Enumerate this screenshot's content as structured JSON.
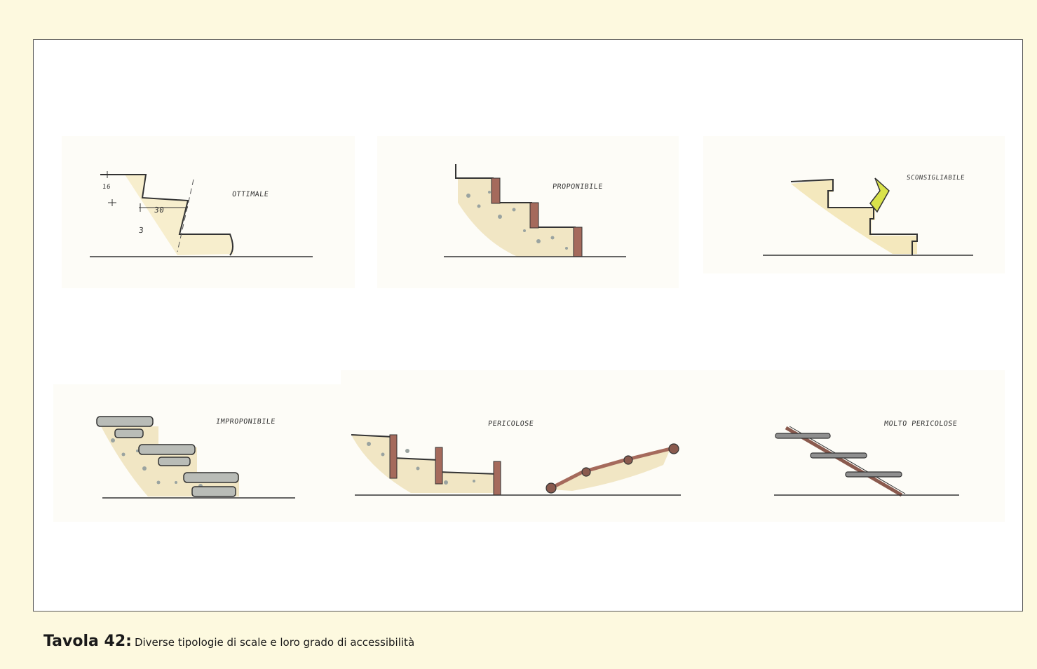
{
  "labels": {
    "ottimale": "OTTIMALE",
    "proponibile": "PROPONIBILE",
    "sconsigliabile": "SCONSIGLIABILE",
    "improponibile": "IMPROPONIBILE",
    "pericolose": "PERICOLOSE",
    "molto_pericolose": "MOLTO PERICOLOSE"
  },
  "dimensions": {
    "riser": "16",
    "tread": "30",
    "slope": "3"
  },
  "caption": {
    "number": "Tavola 42:",
    "text": "Diverse tipologie di scale e loro grado di accessibilità"
  },
  "colors": {
    "background": "#fdf9df",
    "panel": "#fdfcf7",
    "stone_fill": "#f3e7c0",
    "wood": "#a56a5c",
    "highlight": "#d9e24a"
  }
}
